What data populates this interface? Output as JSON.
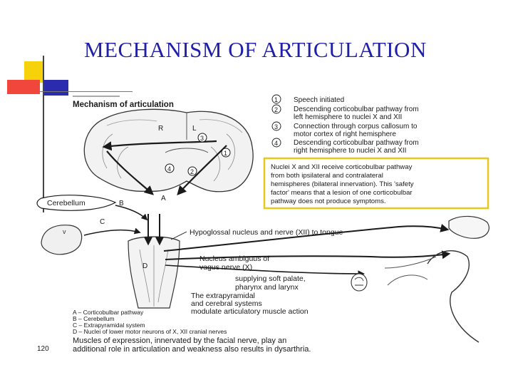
{
  "slide": {
    "title": "MECHANISM OF ARTICULATION"
  },
  "figure": {
    "heading": "Mechanism of articulation",
    "hemisphere_labels": {
      "right": "R",
      "left": "L"
    },
    "steps": [
      {
        "num": "1",
        "lines": [
          "Speech initiated"
        ]
      },
      {
        "num": "2",
        "lines": [
          "Descending corticobulbar pathway from",
          "left hemisphere to nuclei X and XII"
        ]
      },
      {
        "num": "3",
        "lines": [
          "Connection through corpus callosum to",
          "motor cortex of right hemisphere"
        ]
      },
      {
        "num": "4",
        "lines": [
          "Descending corticobulbar pathway from",
          "right hemisphere to nuclei X and XII"
        ]
      }
    ],
    "note_lines": [
      "Nuclei X and XII receive corticobulbar pathway",
      "from both ipsilateral and contralateral",
      "hemispheres (bilateral innervation). This 'safety",
      "factor' means that a lesion of one corticobulbar",
      "pathway does not produce symptoms."
    ],
    "cerebellum_label": "Cerebellum",
    "path_letters": {
      "a": "A",
      "b": "B",
      "c": "C",
      "d": "D",
      "circled_1": "1",
      "circled_2": "2",
      "circled_3": "3",
      "circled_4": "4"
    },
    "hypoglossal_label": "Hypoglossal nucleus and nerve (XII) to tongue",
    "ambiguus_lines": [
      "Nucleus ambiguus of",
      "vagus nerve (X)"
    ],
    "supplying_lines": [
      "supplying soft palate,",
      "pharynx and larynx"
    ],
    "extrapyramidal_lines": [
      "The extrapyramidal",
      "and cerebral systems",
      "modulate articulatory muscle action"
    ],
    "legend": [
      "A – Corticobulbar pathway",
      "B – Cerebellum",
      "C – Extrapyramidal system",
      "D – Nuclei of lower motor neurons of X, XII cranial nerves"
    ],
    "footer_lines": [
      "Muscles of expression, innervated by the facial nerve, play an",
      "additional role in articulation and weakness also results in dysarthria."
    ],
    "page_number": "120"
  },
  "colors": {
    "title": "#1f1fa8",
    "note_border": "#e8c81a",
    "ink": "#1a1a1a"
  }
}
